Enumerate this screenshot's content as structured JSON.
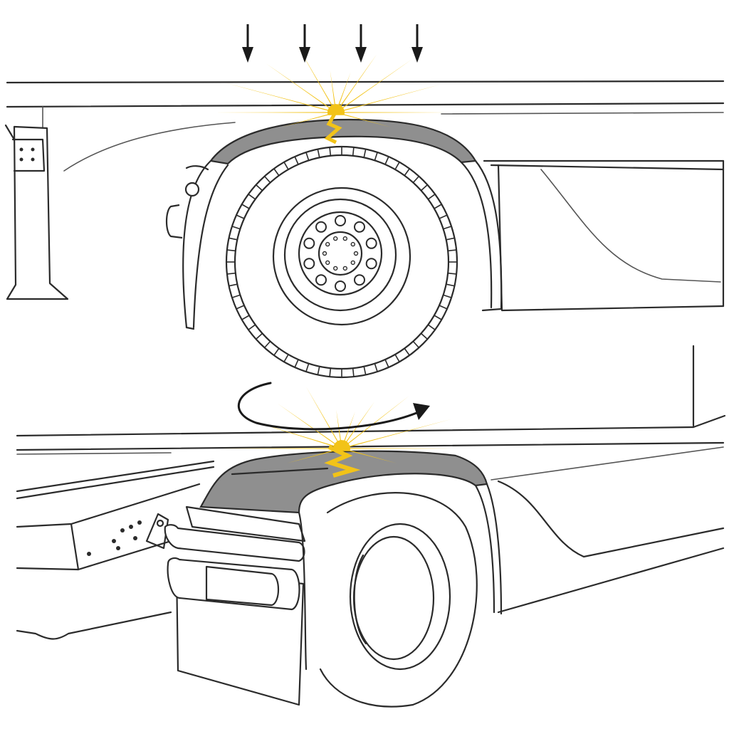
{
  "colors": {
    "fender": "#8f8f8f",
    "impact": "#f2c318",
    "line": "#2b2b2b",
    "arrow": "#1a1a1a",
    "background": "#ffffff"
  },
  "panels": [
    {
      "name": "top-view",
      "shows": [
        "down-arrow-icon",
        "down-arrow-icon",
        "down-arrow-icon",
        "down-arrow-icon",
        "impact-burst-icon",
        "crack-icon",
        "fender",
        "wheel"
      ]
    },
    {
      "name": "bottom-view",
      "shows": [
        "rotation-arrow-icon",
        "impact-burst-icon",
        "crack-icon",
        "fender",
        "wheel",
        "mudflap"
      ]
    }
  ]
}
